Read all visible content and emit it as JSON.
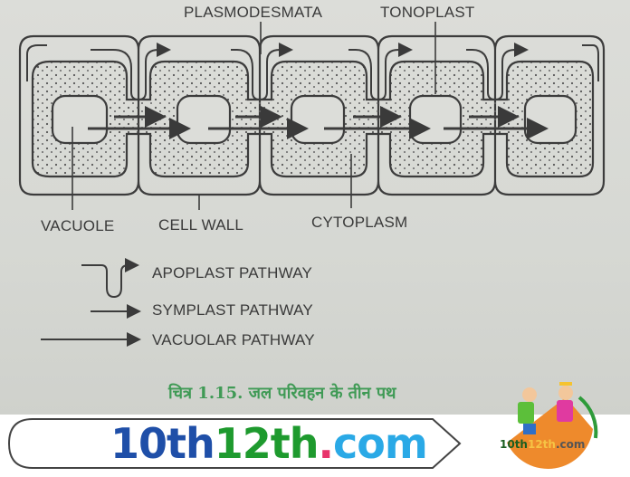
{
  "diagram": {
    "labels": {
      "plasmodesmata": "PLASMODESMATA",
      "tonoplast": "TONOPLAST",
      "vacuole": "VACUOLE",
      "cell_wall": "CELL WALL",
      "cytoplasm": "CYTOPLASM"
    },
    "legend": [
      {
        "icon": "apoplast-arrow-icon",
        "label": "APOPLAST PATHWAY"
      },
      {
        "icon": "symplast-arrow-icon",
        "label": "SYMPLAST PATHWAY"
      },
      {
        "icon": "vacuolar-arrow-icon",
        "label": "VACUOLAR PATHWAY"
      }
    ],
    "caption": "चित्र 1.15. जल परिवहन के तीन पथ",
    "cell_count": 5
  },
  "banner": {
    "brand_part1": "10th",
    "brand_part2": "12th",
    "brand_dot": ".",
    "brand_part3": "com",
    "logo_text_part1": "10th",
    "logo_text_part2": "12th",
    "logo_text_part3": ".com",
    "colors": {
      "blue": "#1f4fa8",
      "green": "#1e9a2e",
      "pink": "#e8336b",
      "cyan": "#2aa9e6",
      "orange": "#ee8a2c"
    }
  }
}
